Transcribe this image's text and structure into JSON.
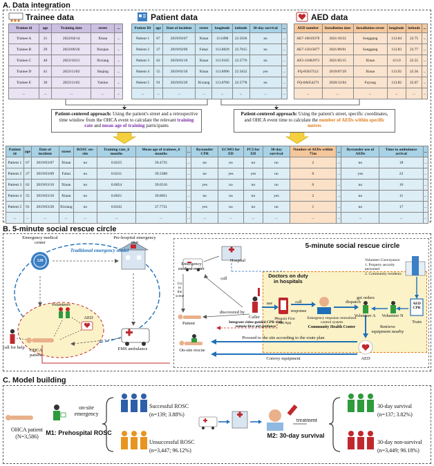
{
  "sectionA": {
    "title": "A. Data integration",
    "trainee": {
      "title": "Trainee data",
      "headers": [
        "Trainee id",
        "age",
        "Training date",
        "street",
        "..."
      ],
      "rows": [
        [
          "Trainee A",
          "21",
          "2022/04/14",
          "Xinan",
          "..."
        ],
        [
          "Trainee B",
          "29",
          "2023/09/26",
          "Xinqiao",
          "..."
        ],
        [
          "Trainee C",
          "40",
          "2023/10/21",
          "Xixiang",
          "..."
        ],
        [
          "Trainee D",
          "41",
          "2023/11/02",
          "Shajing",
          "..."
        ],
        [
          "Trainee E",
          "30",
          "2023/11/02",
          "Yanluo",
          "..."
        ],
        [
          "...",
          "...",
          "...",
          "...",
          "..."
        ]
      ]
    },
    "patient": {
      "title": "Patient data",
      "headers": [
        "Patient ID",
        "age",
        "Date of incident",
        "street",
        "longitude",
        "latitude",
        "30-day survival",
        "..."
      ],
      "rows": [
        [
          "Patient 1",
          "67",
          "2019/03/07",
          "Xinan",
          "113.898",
          "22.5636",
          "no",
          "..."
        ],
        [
          "Patient 2",
          "27",
          "2019/03/09",
          "Fuhai",
          "113.8029",
          "22.7015",
          "no",
          "..."
        ],
        [
          "Patient 3",
          "62",
          "2019/03/10",
          "Xinan",
          "113.9105",
          "22.5776",
          "no",
          "..."
        ],
        [
          "Patient 4",
          "55",
          "2019/03/10",
          "Xinan",
          "113.8996",
          "22.5632",
          "yes",
          "..."
        ],
        [
          "Patient 5",
          "91",
          "2019/03/20",
          "Xixiang",
          "113.8766",
          "22.5778",
          "no",
          "..."
        ],
        [
          "...",
          "...",
          "...",
          "...",
          "...",
          "...",
          "...",
          "..."
        ]
      ]
    },
    "aed": {
      "title": "AED data",
      "headers": [
        "AED number",
        "Installation date",
        "Installation street",
        "longitude",
        "latitude",
        "..."
      ],
      "rows": [
        [
          "AE7-16019370",
          "2021/10/22",
          "Songgang",
          "113.84",
          "22.75",
          "..."
        ],
        [
          "AE7-15015877",
          "2021/09/01",
          "Songgang",
          "113.83",
          "22.77",
          "..."
        ],
        [
          "AF2-11002973",
          "2021/05/15",
          "Xinan",
          "113.9",
          "22.55",
          "..."
        ],
        [
          "FQ-85037512",
          "2019/07/29",
          "Xinan",
          "113.92",
          "22.56",
          "..."
        ],
        [
          "FQ-0A054273",
          "2020/12/04",
          "Fuyong",
          "113.82",
          "22.67",
          "..."
        ],
        [
          "...",
          "...",
          "...",
          "...",
          "...",
          "..."
        ]
      ]
    },
    "note_left": {
      "bold": "Patient-centered approach:",
      "text1": " Using the patient's street and a retrospective time window from the OHCA event to calculate the relevant ",
      "hl1": "training rate",
      "text2": " and ",
      "hl2": "mean age of training",
      "text3": " participants"
    },
    "note_right": {
      "bold": "Patient-centered approach:",
      "text1": " Using the patient's street, specific coordinates, and OHCA event time to calculate the ",
      "hl1": "number of AEDs within specific metres"
    },
    "merged": {
      "headers": [
        "Patient id",
        "age",
        "Date of incident",
        "street",
        "ROSC on-site",
        "Training rate_6 months",
        "Mean age of trainees_6 months",
        "...",
        "Bystander CPR",
        "ECMO for ED",
        "PCI for ED",
        "30-day survival",
        "Number of AEDs within 75m",
        "...",
        "Bystander use of AEDs",
        "Time to ambulance arrival",
        "..."
      ],
      "rows": [
        [
          "Patient 1",
          "67",
          "2019/03/07",
          "Xinan",
          "no",
          "0.0225",
          "39.4735",
          "...",
          "no",
          "no",
          "no",
          "no",
          "2",
          "...",
          "no",
          "18",
          "..."
        ],
        [
          "Patient 2",
          "27",
          "2019/03/09",
          "Fuhai",
          "no",
          "0.0231",
          "39.3388",
          "...",
          "no",
          "yes",
          "yes",
          "no",
          "0",
          "...",
          "yes",
          "22",
          "..."
        ],
        [
          "Patient 3",
          "62",
          "2019/03/10",
          "Xinan",
          "no",
          "0.0054",
          "39.0516",
          "...",
          "yes",
          "no",
          "no",
          "no",
          "0",
          "...",
          "no",
          "16",
          "..."
        ],
        [
          "Patient 4",
          "55",
          "2019/03/10",
          "Xinan",
          "no",
          "0.0021",
          "39.8051",
          "...",
          "no",
          "no",
          "no",
          "yes",
          "2",
          "...",
          "no",
          "11",
          "..."
        ],
        [
          "Patient 5",
          "91",
          "2019/03/20",
          "Xixiang",
          "no",
          "0.0242",
          "37.7721",
          "...",
          "yes",
          "no",
          "no",
          "no",
          "1",
          "...",
          "no",
          "17",
          "..."
        ],
        [
          "...",
          "...",
          "...",
          "...",
          "...",
          "...",
          "...",
          "...",
          "...",
          "...",
          "...",
          "...",
          "...",
          "...",
          "...",
          "...",
          "..."
        ]
      ]
    }
  },
  "sectionB": {
    "title": "B. 5-minute social rescue circle",
    "left": {
      "emergency_center": "Emergency medical center",
      "prehospital": "Pre-hospital emergency unit",
      "traditional": "Traditional emergency model",
      "volunteers": "Volunteers",
      "aed": "AED",
      "call_for_help": "call for help",
      "ohca_patient": "OHCA patient",
      "ems": "EMS ambulance",
      "badge_120": "120"
    },
    "right": {
      "title": "5-minute social rescue circle",
      "hospital": "Hospital",
      "emergency_center": "Emergency medical center",
      "go_to_scene": "Go to the scene",
      "call1": "call",
      "discovered_by": "discovered by",
      "patient": "Patient",
      "caller": "Caller",
      "doctors": "Doctors on duty in hospitals",
      "use": "use",
      "call2": "call",
      "response": "response",
      "dispatch": "dispatch",
      "app": "Penguin First Aid App",
      "control": "Emergency response centralized control system",
      "chc": "Community Health Center",
      "volunteer_a": "Volunteer A",
      "volunteer_n": "Volunteer N",
      "get_orders": "get orders",
      "conveyance_title": "Volunteer Conveyance:",
      "conveyance_1": "1. Property security personnel",
      "conveyance_2": "2. Community residents",
      "aed_cpr": "AED CPR",
      "train": "Train",
      "retrieve": "Retrieve equipment nearby",
      "integrate": "Integrate video-guided CPR with remote first aid guidance",
      "proceed": "Proceed to the site according to the route plan",
      "onsite": "On-site rescue",
      "convey": "Convey equipment",
      "aed": "AED"
    }
  },
  "sectionC": {
    "title": "C. Model building",
    "ohca": "OHCA patient",
    "ohca_n": "(N=3,586)",
    "onsite": "on-site emergency",
    "m1": "M1: Prehospital ROSC",
    "success": "Successful ROSC",
    "success_n": "(n=139; 3.88%)",
    "unsuccess": "Unsuccessful ROSC",
    "unsuccess_n": "(n=3,447; 96.12%)",
    "treatment": "treatment",
    "m2": "M2: 30-day survival",
    "survival": "30-day survival",
    "survival_n": "(n=137; 3.82%)",
    "nonsurvival": "30-day non-survival",
    "nonsurvival_n": "(n=3,449; 96.18%)"
  },
  "colors": {
    "purple": "#7b2fa8",
    "orange": "#e07b1a",
    "blue_arrow": "#1f6fb8",
    "red": "#c0282d",
    "green_person": "#2e9b3d",
    "blue_person": "#2d5fa8",
    "orange_person": "#e89420"
  }
}
